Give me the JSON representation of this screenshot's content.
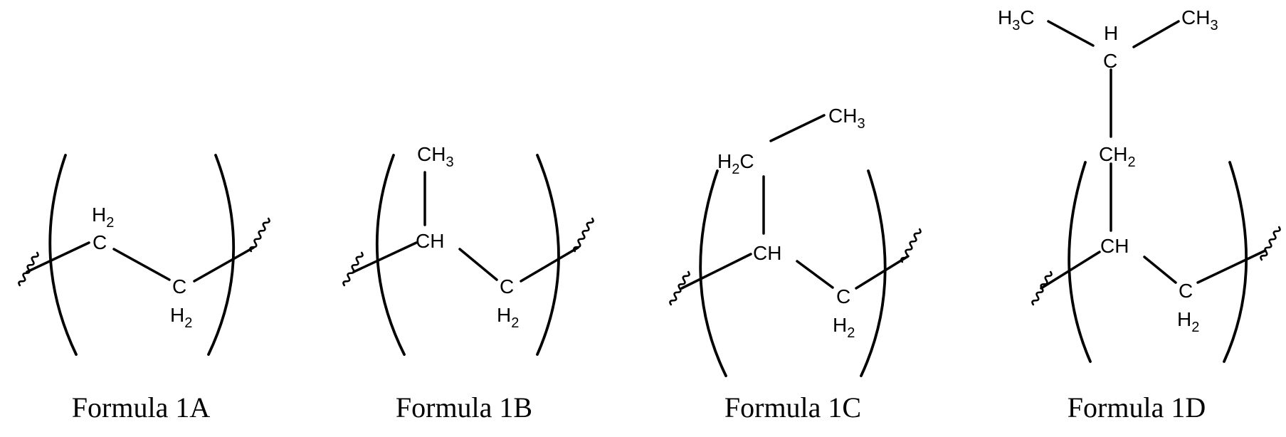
{
  "formulas": [
    {
      "id": "1A",
      "caption": "Formula 1A",
      "atoms": {
        "c1_top": "H2",
        "c1": "C",
        "c2": "C",
        "c2_bottom": "H2"
      }
    },
    {
      "id": "1B",
      "caption": "Formula 1B",
      "atoms": {
        "methyl": "CH3",
        "ch": "CH",
        "c2": "C",
        "c2_bottom": "H2"
      }
    },
    {
      "id": "1C",
      "caption": "Formula 1C",
      "atoms": {
        "methyl": "CH3",
        "ch2": "H2C",
        "ch": "CH",
        "c2": "C",
        "c2_bottom": "H2"
      }
    },
    {
      "id": "1D",
      "caption": "Formula 1D",
      "atoms": {
        "left_methyl": "H3C",
        "right_methyl": "CH3",
        "top_h": "H",
        "top_c": "C",
        "ch2": "CH2",
        "ch": "CH",
        "c2": "C",
        "c2_bottom": "H2"
      }
    }
  ]
}
